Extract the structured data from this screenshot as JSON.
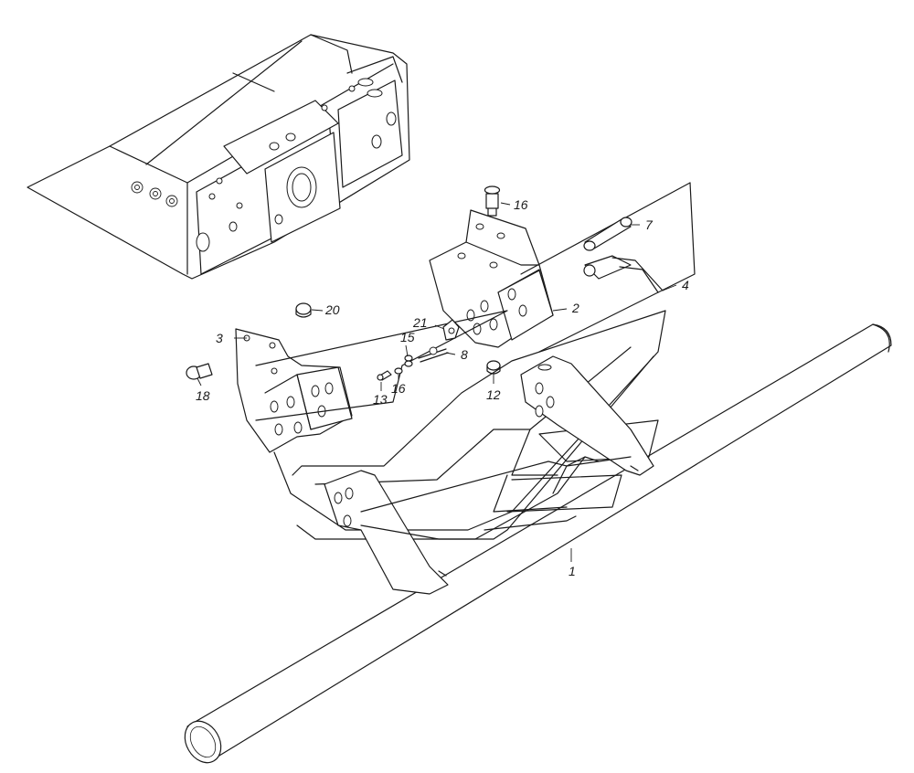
{
  "callouts": {
    "c1": "1",
    "c2": "2",
    "c3": "3",
    "c4": "4",
    "c7": "7",
    "c8": "8",
    "c12": "12",
    "c13": "13",
    "c15": "15",
    "c16a": "16",
    "c16b": "16",
    "c18": "18",
    "c20": "20",
    "c21": "21"
  }
}
